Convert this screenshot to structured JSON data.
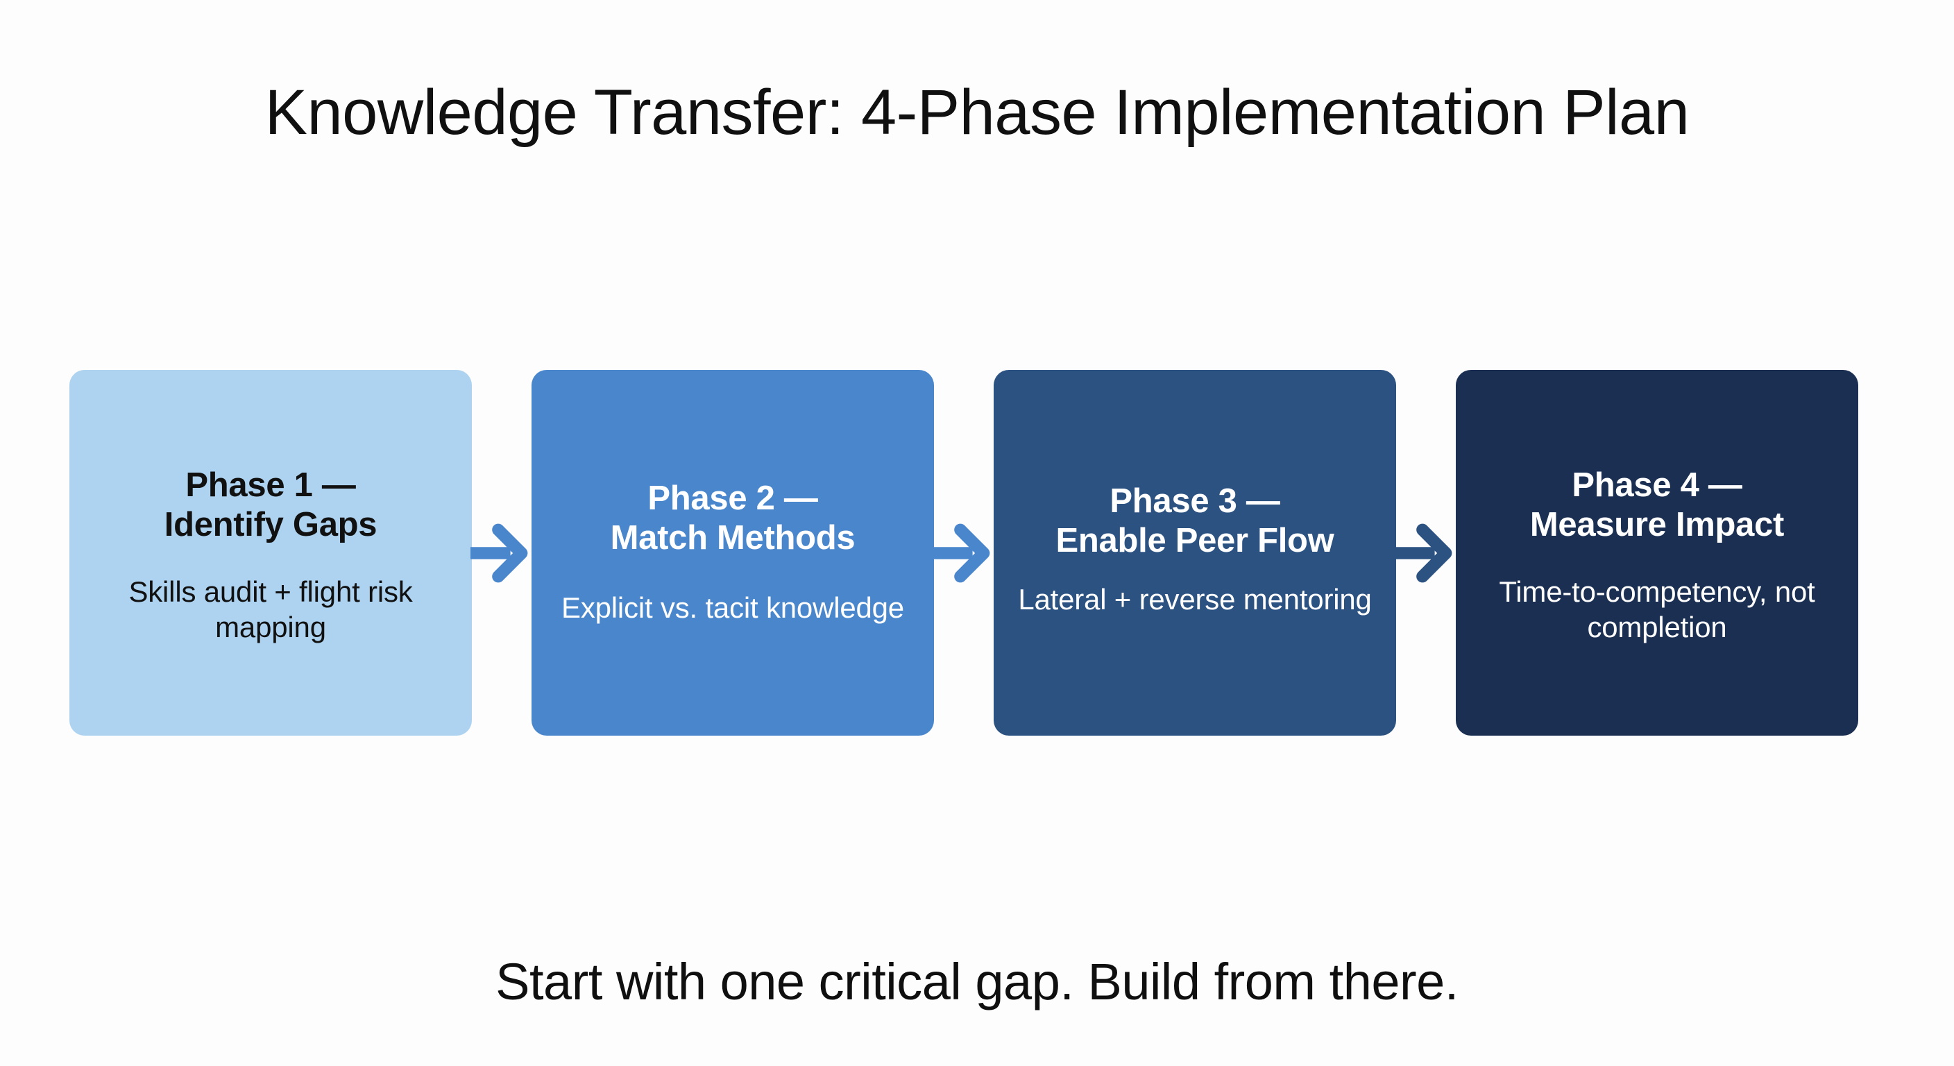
{
  "slide": {
    "title": "Knowledge Transfer: 4-Phase Implementation Plan",
    "caption": "Start with one critical gap. Build from there.",
    "background_color": "#fdfdfd",
    "title_color": "#101010",
    "caption_color": "#0f0f0f"
  },
  "flow": {
    "phases": [
      {
        "title_line_1": "Phase 1 —",
        "title_line_2": "Identify Gaps",
        "description": "Skills audit + flight risk mapping",
        "fill_color": "#aed3f0",
        "text_color": "#111111"
      },
      {
        "title_line_1": "Phase 2 —",
        "title_line_2": "Match Methods",
        "description": "Explicit vs. tacit knowledge",
        "fill_color": "#4a86cc",
        "text_color": "#ffffff"
      },
      {
        "title_line_1": "Phase 3 —",
        "title_line_2": "Enable Peer Flow",
        "description": "Lateral + reverse mentoring",
        "fill_color": "#2c5282",
        "text_color": "#ffffff"
      },
      {
        "title_line_1": "Phase 4 —",
        "title_line_2": "Measure Impact",
        "description": "Time-to-competency, not completion",
        "fill_color": "#1b2f52",
        "text_color": "#ffffff"
      }
    ],
    "arrows": [
      {
        "name": "arrow-1-to-2",
        "color": "#4a86cc"
      },
      {
        "name": "arrow-2-to-3",
        "color": "#4a86cc"
      },
      {
        "name": "arrow-3-to-4",
        "color": "#2c5282"
      }
    ]
  }
}
